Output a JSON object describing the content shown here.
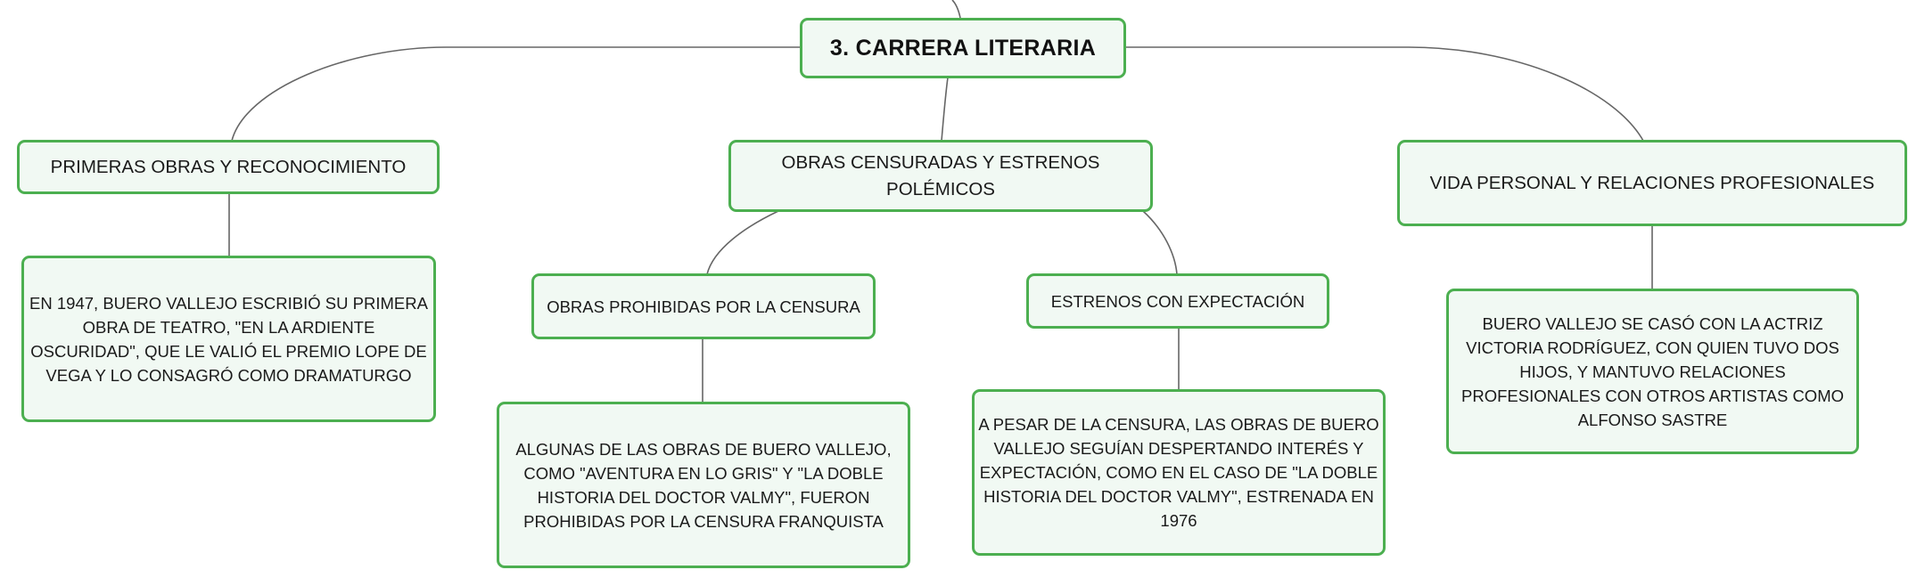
{
  "colors": {
    "border": "#4caf50",
    "fill": "#f1f9f3",
    "connector": "#666666"
  },
  "mindmap": {
    "root": "3. CARRERA LITERARIA",
    "branches": [
      {
        "title": "PRIMERAS OBRAS Y RECONOCIMIENTO",
        "detail": "EN 1947, BUERO VALLEJO ESCRIBIÓ SU PRIMERA OBRA DE TEATRO, \"EN LA ARDIENTE OSCURIDAD\", QUE LE VALIÓ EL PREMIO LOPE DE VEGA Y LO CONSAGRÓ COMO DRAMATURGO"
      },
      {
        "title": "OBRAS CENSURADAS Y ESTRENOS POLÉMICOS",
        "children": [
          {
            "title": "OBRAS PROHIBIDAS POR LA CENSURA",
            "detail": "ALGUNAS DE LAS OBRAS DE BUERO VALLEJO, COMO \"AVENTURA EN LO GRIS\" Y \"LA DOBLE HISTORIA DEL DOCTOR VALMY\", FUERON PROHIBIDAS POR LA CENSURA FRANQUISTA"
          },
          {
            "title": "ESTRENOS CON EXPECTACIÓN",
            "detail": "A PESAR DE LA CENSURA, LAS OBRAS DE BUERO VALLEJO SEGUÍAN DESPERTANDO INTERÉS Y EXPECTACIÓN, COMO EN EL CASO DE \"LA DOBLE HISTORIA DEL DOCTOR VALMY\", ESTRENADA EN 1976"
          }
        ]
      },
      {
        "title": "VIDA PERSONAL Y RELACIONES PROFESIONALES",
        "detail": "BUERO VALLEJO SE CASÓ CON LA ACTRIZ VICTORIA RODRÍGUEZ, CON QUIEN TUVO DOS HIJOS, Y MANTUVO RELACIONES PROFESIONALES CON OTROS ARTISTAS COMO ALFONSO SASTRE"
      }
    ]
  }
}
